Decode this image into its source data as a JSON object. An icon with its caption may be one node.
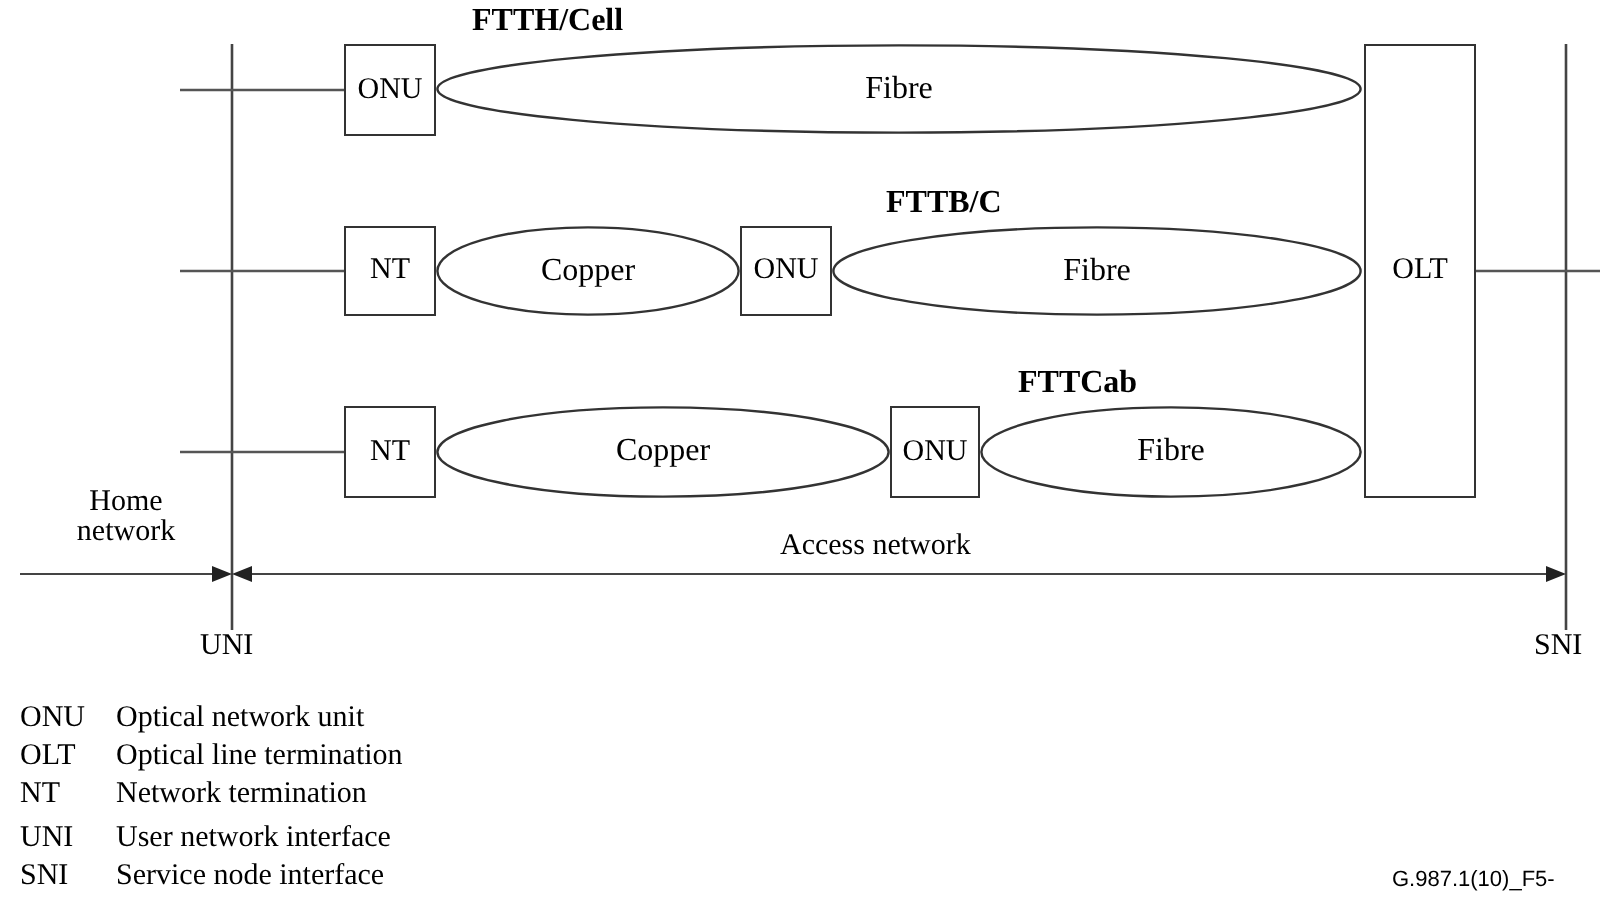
{
  "diagram": {
    "nodes": [
      {
        "text": [
          "ONU"
        ]
      },
      {
        "text": [
          "Fibre"
        ]
      },
      {
        "text": [
          "OLT"
        ]
      },
      {
        "text": [
          "NT"
        ]
      },
      {
        "text": [
          "Copper"
        ]
      },
      {
        "text": [
          "ONU"
        ]
      },
      {
        "text": [
          "Fibre"
        ]
      },
      {
        "text": [
          "NT"
        ]
      },
      {
        "text": [
          "Copper"
        ]
      },
      {
        "text": [
          "ONU"
        ]
      },
      {
        "text": [
          "Fibre"
        ]
      }
    ],
    "edges": [
      {
        "from": null,
        "to": 0,
        "arrow": "none"
      },
      {
        "from": null,
        "to": 3,
        "arrow": "none"
      },
      {
        "from": null,
        "to": 7,
        "arrow": "none"
      },
      {
        "from": 2,
        "to": null,
        "arrow": "none"
      }
    ],
    "labels": [
      "FTTH/Cell",
      "FTTB/C",
      "FTTCab",
      "Home network",
      "Access network",
      "UNI",
      "SNI",
      "ONU",
      "Optical network unit",
      "OLT",
      "Optical line termination",
      "NT",
      "Network termination",
      "UNI",
      "User network interface",
      "SNI",
      "Service node interface",
      "G.987.1(10)_F5-"
    ]
  }
}
